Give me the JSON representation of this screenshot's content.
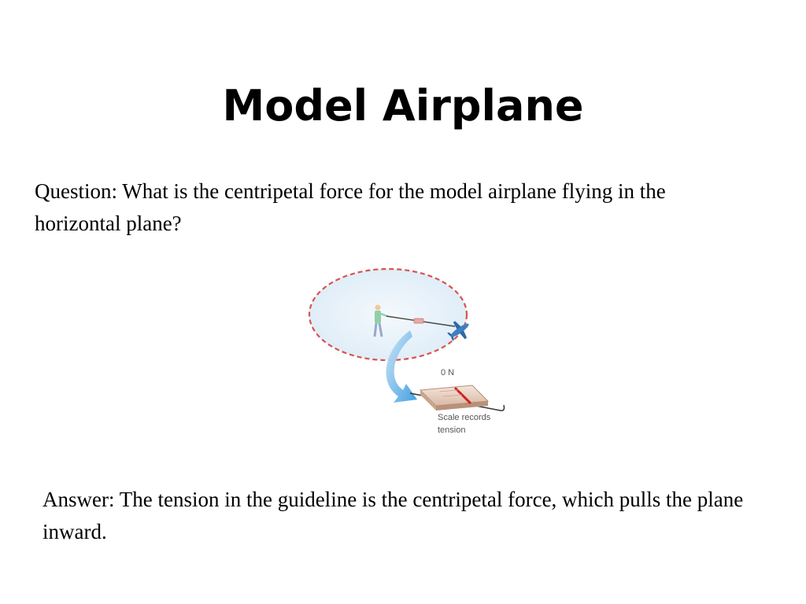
{
  "slide": {
    "title": "Model Airplane",
    "question": "Question: What is the centripetal force for the model airplane flying in the horizontal plane?",
    "answer": "Answer: The tension in the guideline is the centripetal force, which pulls the plane inward."
  },
  "figure": {
    "scale_reading": "0 N",
    "scale_caption_line1": "Scale records",
    "scale_caption_line2": "tension"
  }
}
